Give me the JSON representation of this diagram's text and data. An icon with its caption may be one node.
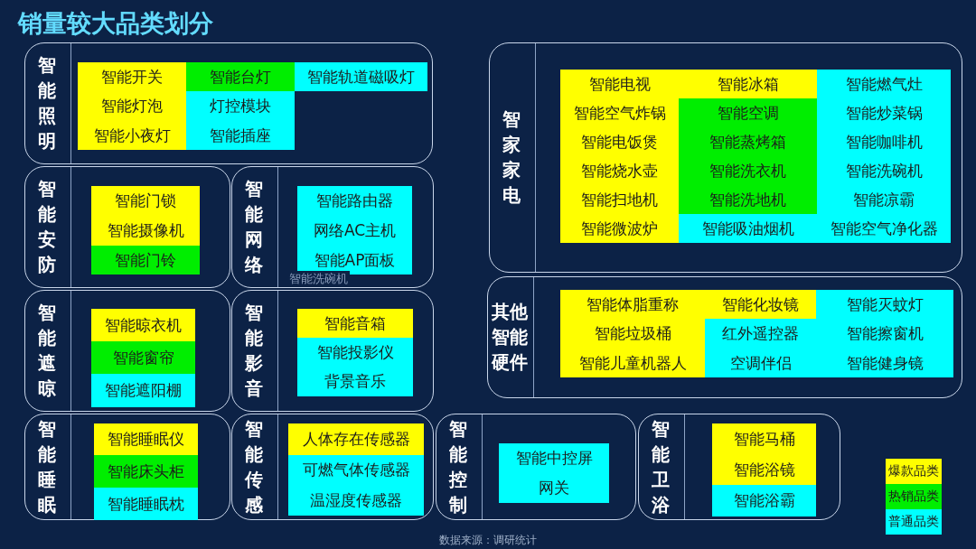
{
  "diagram": {
    "title": "销量较大品类划分",
    "nodes": [
      {
        "text": [
          "智能照明"
        ]
      },
      {
        "text": [
          "智能开关"
        ],
        "in": 0
      },
      {
        "text": [
          "智能台灯"
        ],
        "in": 0
      },
      {
        "text": [
          "智能轨道磁吸灯"
        ],
        "in": 0
      },
      {
        "text": [
          "智能灯泡"
        ],
        "in": 0
      },
      {
        "text": [
          "灯控模块"
        ],
        "in": 0
      },
      {
        "text": [
          "智能小夜灯"
        ],
        "in": 0
      },
      {
        "text": [
          "智能插座"
        ],
        "in": 0
      },
      {
        "text": [
          "智家家电"
        ]
      },
      {
        "text": [
          "智能电视"
        ],
        "in": 8
      },
      {
        "text": [
          "智能冰箱"
        ],
        "in": 8
      },
      {
        "text": [
          "智能燃气灶"
        ],
        "in": 8
      },
      {
        "text": [
          "智能空气炸锅"
        ],
        "in": 8
      },
      {
        "text": [
          "智能空调"
        ],
        "in": 8
      },
      {
        "text": [
          "智能炒菜锅"
        ],
        "in": 8
      },
      {
        "text": [
          "智能电饭煲"
        ],
        "in": 8
      },
      {
        "text": [
          "智能蒸烤箱"
        ],
        "in": 8
      },
      {
        "text": [
          "智能咖啡机"
        ],
        "in": 8
      },
      {
        "text": [
          "智能烧水壶"
        ],
        "in": 8
      },
      {
        "text": [
          "智能洗衣机"
        ],
        "in": 8
      },
      {
        "text": [
          "智能洗碗机"
        ],
        "in": 8
      },
      {
        "text": [
          "智能扫地机"
        ],
        "in": 8
      },
      {
        "text": [
          "智能洗地机"
        ],
        "in": 8
      },
      {
        "text": [
          "智能凉霸"
        ],
        "in": 8
      },
      {
        "text": [
          "智能微波炉"
        ],
        "in": 8
      },
      {
        "text": [
          "智能吸油烟机"
        ],
        "in": 8
      },
      {
        "text": [
          "智能空气净化器"
        ],
        "in": 8
      },
      {
        "text": [
          "智能安防"
        ]
      },
      {
        "text": [
          "智能门锁"
        ],
        "in": 27
      },
      {
        "text": [
          "智能摄像机"
        ],
        "in": 27
      },
      {
        "text": [
          "智能门铃"
        ],
        "in": 27
      },
      {
        "text": [
          "智能网络"
        ]
      },
      {
        "text": [
          "智能路由器"
        ],
        "in": 31
      },
      {
        "text": [
          "网络AC主机"
        ],
        "in": 31
      },
      {
        "text": [
          "智能AP面板"
        ],
        "in": 31
      },
      {
        "text": [
          "其他智能硬件"
        ]
      },
      {
        "text": [
          "智能体脂重称"
        ],
        "in": 35
      },
      {
        "text": [
          "智能化妆镜"
        ],
        "in": 35
      },
      {
        "text": [
          "智能灭蚊灯"
        ],
        "in": 35
      },
      {
        "text": [
          "智能垃圾桶"
        ],
        "in": 35
      },
      {
        "text": [
          "红外遥控器"
        ],
        "in": 35
      },
      {
        "text": [
          "智能擦窗机"
        ],
        "in": 35
      },
      {
        "text": [
          "智能儿童机器人"
        ],
        "in": 35
      },
      {
        "text": [
          "空调伴侣"
        ],
        "in": 35
      },
      {
        "text": [
          "智能健身镜"
        ],
        "in": 35
      },
      {
        "text": [
          "智能遮晾"
        ]
      },
      {
        "text": [
          "智能晾衣机"
        ],
        "in": 45
      },
      {
        "text": [
          "智能窗帘"
        ],
        "in": 45
      },
      {
        "text": [
          "智能遮阳棚"
        ],
        "in": 45
      },
      {
        "text": [
          "智能影音"
        ]
      },
      {
        "text": [
          "智能音箱"
        ],
        "in": 49
      },
      {
        "text": [
          "智能投影仪"
        ],
        "in": 49
      },
      {
        "text": [
          "背景音乐"
        ],
        "in": 49
      },
      {
        "text": [
          "智能睡眠"
        ]
      },
      {
        "text": [
          "智能睡眠仪"
        ],
        "in": 53
      },
      {
        "text": [
          "智能床头柜"
        ],
        "in": 53
      },
      {
        "text": [
          "智能睡眠枕"
        ],
        "in": 53
      },
      {
        "text": [
          "智能传感"
        ]
      },
      {
        "text": [
          "人体存在传感器"
        ],
        "in": 57
      },
      {
        "text": [
          "可燃气体传感器"
        ],
        "in": 57
      },
      {
        "text": [
          "温湿度传感器"
        ],
        "in": 57
      },
      {
        "text": [
          "智能控制"
        ]
      },
      {
        "text": [
          "智能中控屏"
        ],
        "in": 61
      },
      {
        "text": [
          "网关"
        ],
        "in": 61
      },
      {
        "text": [
          "智能卫浴"
        ]
      },
      {
        "text": [
          "智能马桶"
        ],
        "in": 64
      },
      {
        "text": [
          "智能浴镜"
        ],
        "in": 64
      },
      {
        "text": [
          "智能浴霸"
        ],
        "in": 64
      }
    ],
    "labels": [
      "智能洗碗机",
      "数据来源：调研统计"
    ],
    "legend": [
      {
        "text": "爆款品类",
        "color": "#ffff00"
      },
      {
        "text": "热销品类",
        "color": "#00ee00"
      },
      {
        "text": "普通品类",
        "color": "#00ffff"
      }
    ]
  }
}
